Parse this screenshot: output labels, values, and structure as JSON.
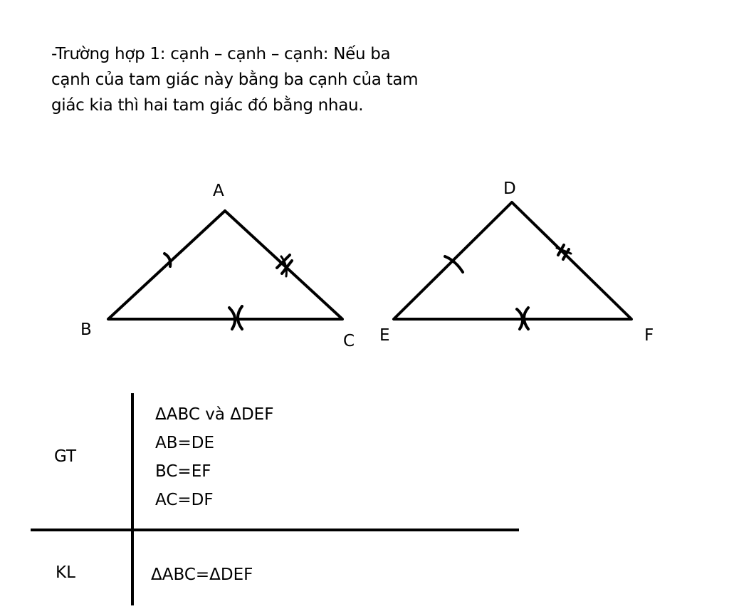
{
  "intro": {
    "lines": [
      "-Trường hợp 1: cạnh – cạnh – cạnh: Nếu ba",
      "cạnh của tam giác này bằng ba cạnh của tam",
      "giác kia thì hai tam giác đó bằng nhau."
    ]
  },
  "triangle_abc": {
    "vertices": [
      "A",
      "B",
      "C"
    ]
  },
  "triangle_def": {
    "vertices": [
      "D",
      "E",
      "F"
    ]
  },
  "table": {
    "gt_label": "GT",
    "kl_label": "KL",
    "gt_lines": [
      "ΔABC và ΔDEF",
      "AB=DE",
      "BC=EF",
      "AC=DF"
    ],
    "kl_line": "ΔABC=ΔDEF"
  }
}
